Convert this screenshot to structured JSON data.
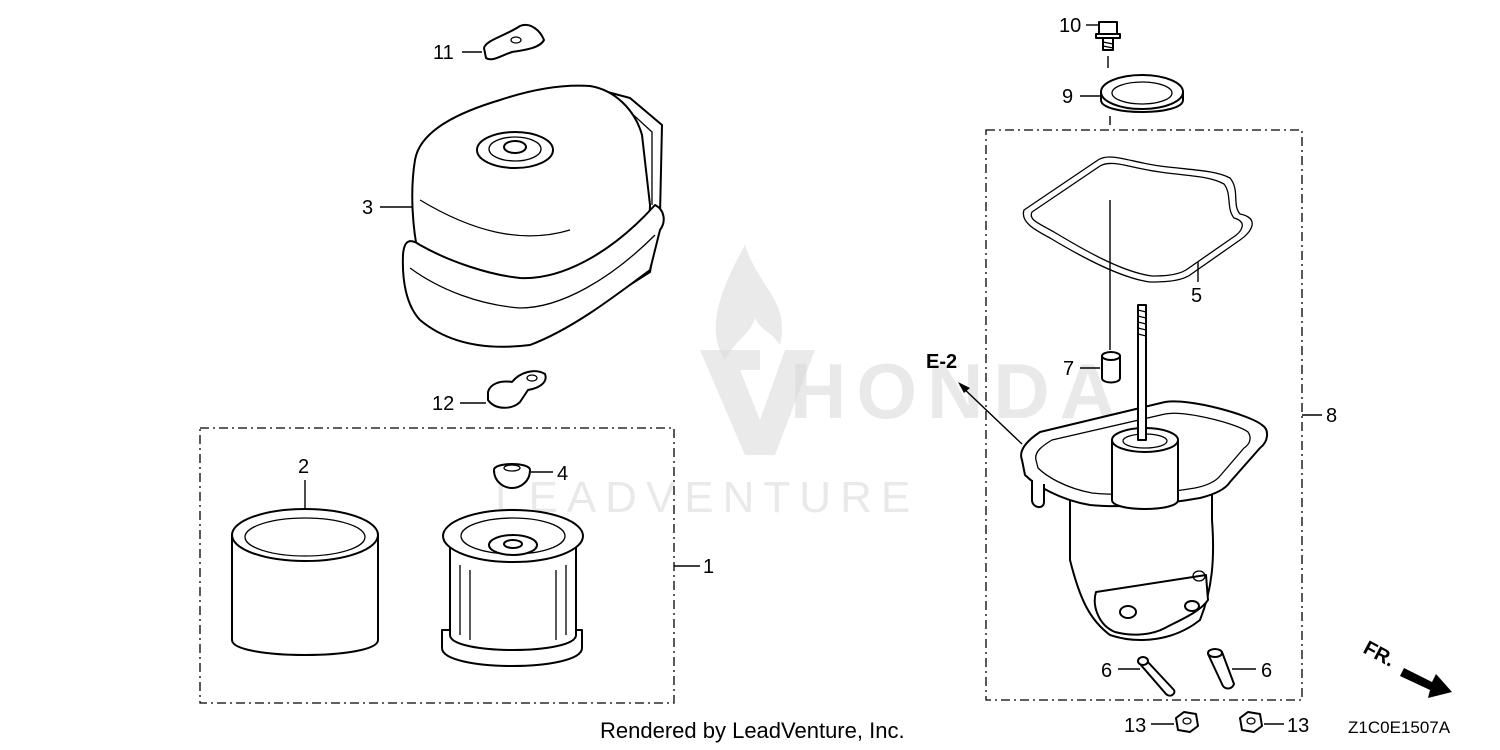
{
  "callouts": {
    "c1": "1",
    "c2": "2",
    "c3": "3",
    "c4": "4",
    "c5": "5",
    "c6a": "6",
    "c6b": "6",
    "c7": "7",
    "c8": "8",
    "c9": "9",
    "c10": "10",
    "c11": "11",
    "c12": "12",
    "c13a": "13",
    "c13b": "13"
  },
  "reference": "E-2",
  "direction": "FR.",
  "watermark": {
    "brand": "HONDA",
    "sub": "LEADVENTURE"
  },
  "footer": {
    "credit": "Rendered by LeadVenture, Inc.",
    "code": "Z1C0E1507A"
  }
}
